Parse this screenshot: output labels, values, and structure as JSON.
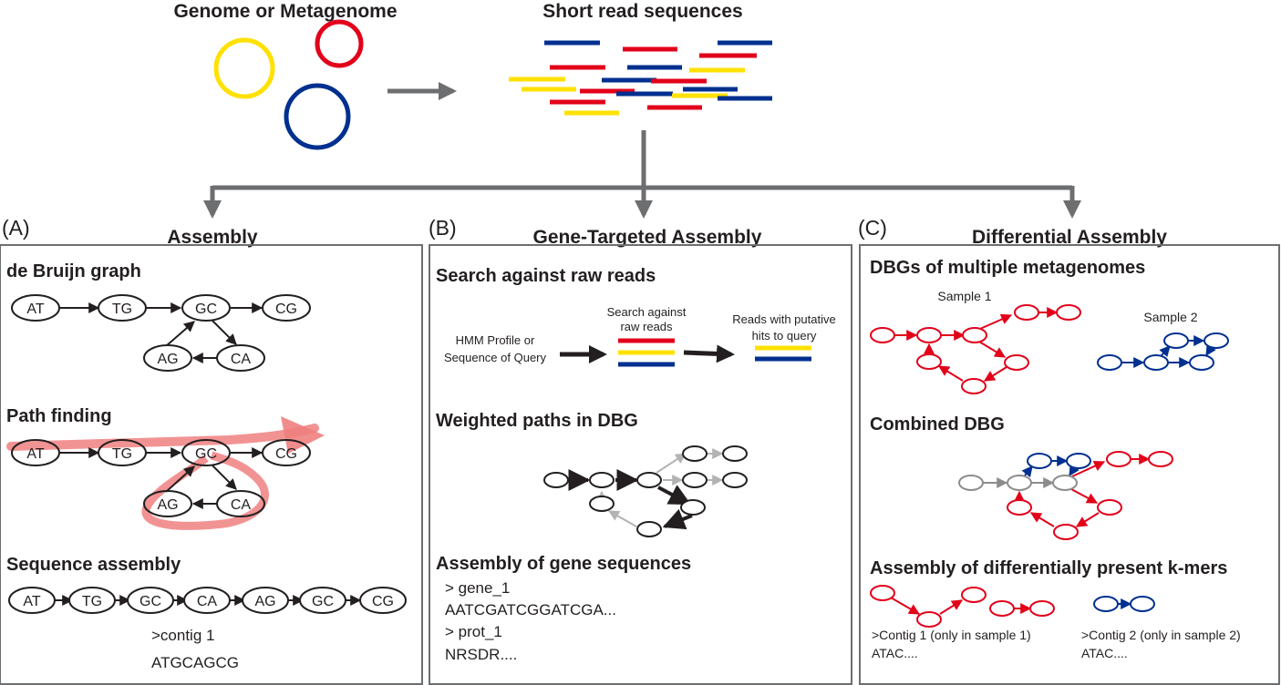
{
  "top": {
    "genome_label": "Genome or Metagenome",
    "reads_label": "Short read sequences"
  },
  "panels": {
    "A": {
      "letter": "(A)",
      "title": "Assembly",
      "dbg_heading": "de Bruijn graph",
      "nodes": [
        "AT",
        "TG",
        "GC",
        "CG",
        "AG",
        "CA"
      ],
      "path_heading": "Path finding",
      "seq_heading": "Sequence assembly",
      "seq_nodes": [
        "AT",
        "TG",
        "GC",
        "CA",
        "AG",
        "GC",
        "CG"
      ],
      "contig_name": ">contig 1",
      "contig_seq": "ATGCAGCG"
    },
    "B": {
      "letter": "(B)",
      "title": "Gene-Targeted Assembly",
      "search_heading": "Search against raw reads",
      "query_line1": "HMM Profile or",
      "query_line2": "Sequence of Query",
      "search_line1": "Search against",
      "search_line2": "raw reads",
      "hits_line1": "Reads with putative",
      "hits_line2": "hits to query",
      "weighted_heading": "Weighted paths in DBG",
      "assembly_heading": "Assembly of gene sequences",
      "gene_name": "> gene_1",
      "gene_seq": "AATCGATCGGATCGA...",
      "prot_name": "> prot_1",
      "prot_seq": "NRSDR...."
    },
    "C": {
      "letter": "(C)",
      "title": "Differential Assembly",
      "dbgs_heading": "DBGs of multiple metagenomes",
      "sample1": "Sample 1",
      "sample2": "Sample 2",
      "combined_heading": "Combined DBG",
      "diff_heading": "Assembly of differentially present k-mers",
      "contig1_name": ">Contig 1 (only in sample 1)",
      "contig1_seq": "ATAC....",
      "contig2_name": ">Contig 2 (only in sample 2)",
      "contig2_seq": "ATAC...."
    }
  },
  "colors": {
    "red": "#e2001a",
    "blue": "#00308f",
    "yellow": "#ffe100",
    "gray_arrow": "#6d6e70",
    "light_gray": "#b3b3b3",
    "node_gray": "#8c8c8c",
    "path_highlight": "#f08080"
  }
}
